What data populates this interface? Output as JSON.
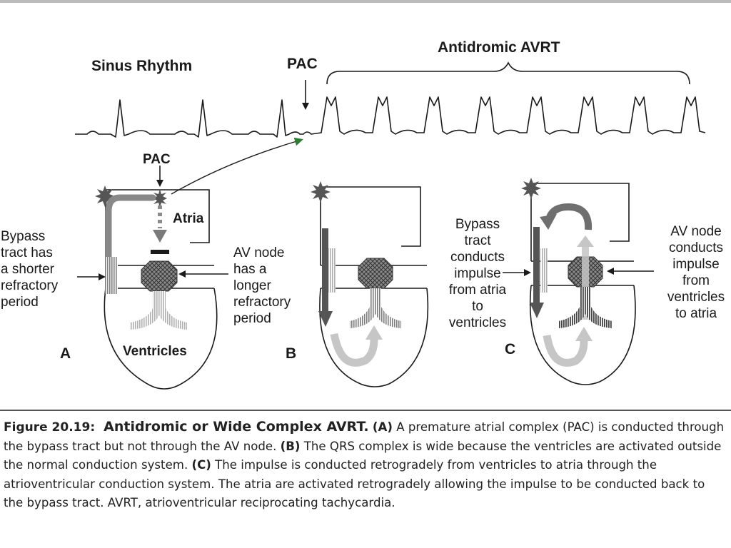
{
  "title": "Antidromic AVRT",
  "labels": {
    "sinus_rhythm": "Sinus Rhythm",
    "pac_top": "PAC",
    "pac_a": "PAC",
    "atria": "Atria",
    "bypass_a": [
      "Bypass",
      "tract has",
      "a shorter",
      "refractory",
      "period"
    ],
    "av_node_a": [
      "AV node",
      "has a",
      "longer",
      "refractory",
      "period"
    ],
    "ventricles": "Ventricles",
    "letter_a": "A",
    "letter_b": "B",
    "letter_c": "C",
    "bypass_b": [
      "Bypass",
      "tract",
      "conducts",
      "impulse",
      "from atria",
      "to",
      "ventricles"
    ],
    "av_node_c": [
      "AV node",
      "conducts",
      "impulse",
      "from",
      "ventricles",
      "to atria"
    ]
  },
  "caption": {
    "number": "Figure 20.19:",
    "title": "Antidromic or Wide Complex AVRT.",
    "parts": [
      {
        "letter": "(A)",
        "text": " A premature atrial complex (PAC) is conducted through the bypass tract but not through the AV node. "
      },
      {
        "letter": "(B)",
        "text": " The QRS complex is wide because the ventricles are activated outside the normal conduction system. "
      },
      {
        "letter": "(C)",
        "text": " The impulse is conducted retrogradely from ventricles to atria through the atrioventricular conduction system. The atria are activated retrogradely allowing the impulse to be conducted back to the bypass tract. AVRT, atrioventricular reciprocating tachycardia."
      }
    ]
  },
  "colors": {
    "ink": "#1a1a1a",
    "arrow_dark": "#666666",
    "arrow_light": "#bdbdbd",
    "node": "#7a7a7a",
    "accent_green": "#2e7d32"
  },
  "icons": [
    "sinus-node-star-icon",
    "octagon-av-node-icon",
    "arrow-icon"
  ]
}
